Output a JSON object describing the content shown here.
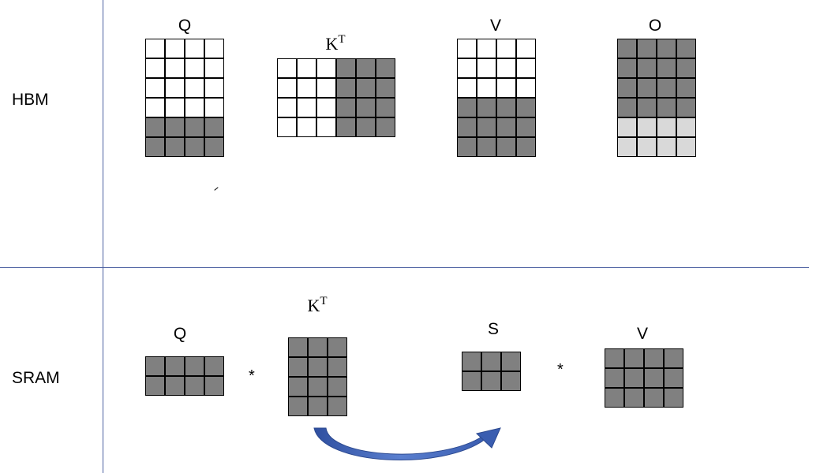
{
  "rows": {
    "hbm": "HBM",
    "sram": "SRAM"
  },
  "operator": "*",
  "colors": {
    "white": "#ffffff",
    "dark": "#808080",
    "light": "#d9d9d9",
    "divider": "#4a5fa0",
    "arrow": "#3a5db0"
  },
  "hbm": {
    "q": {
      "label": "Q",
      "cols": 4,
      "cells": [
        "wwww",
        "wwww",
        "wwww",
        "wwww",
        "dddd",
        "dddd"
      ]
    },
    "kt": {
      "label": "K",
      "sup": "T",
      "cols": 6,
      "cells": [
        "wwwddd",
        "wwwddd",
        "wwwddd",
        "wwwddd"
      ]
    },
    "v": {
      "label": "V",
      "cols": 4,
      "cells": [
        "wwww",
        "wwww",
        "wwww",
        "dddd",
        "dddd",
        "dddd"
      ]
    },
    "o": {
      "label": "O",
      "cols": 4,
      "cells": [
        "dddd",
        "dddd",
        "dddd",
        "dddd",
        "llll",
        "llll"
      ]
    }
  },
  "sram": {
    "q": {
      "label": "Q",
      "cols": 4,
      "cells": [
        "dddd",
        "dddd"
      ]
    },
    "kt": {
      "label": "K",
      "sup": "T",
      "cols": 3,
      "cells": [
        "ddd",
        "ddd",
        "ddd",
        "ddd"
      ]
    },
    "s": {
      "label": "S",
      "cols": 3,
      "cells": [
        "ddd",
        "ddd"
      ]
    },
    "v": {
      "label": "V",
      "cols": 4,
      "cells": [
        "dddd",
        "dddd",
        "dddd"
      ]
    }
  }
}
